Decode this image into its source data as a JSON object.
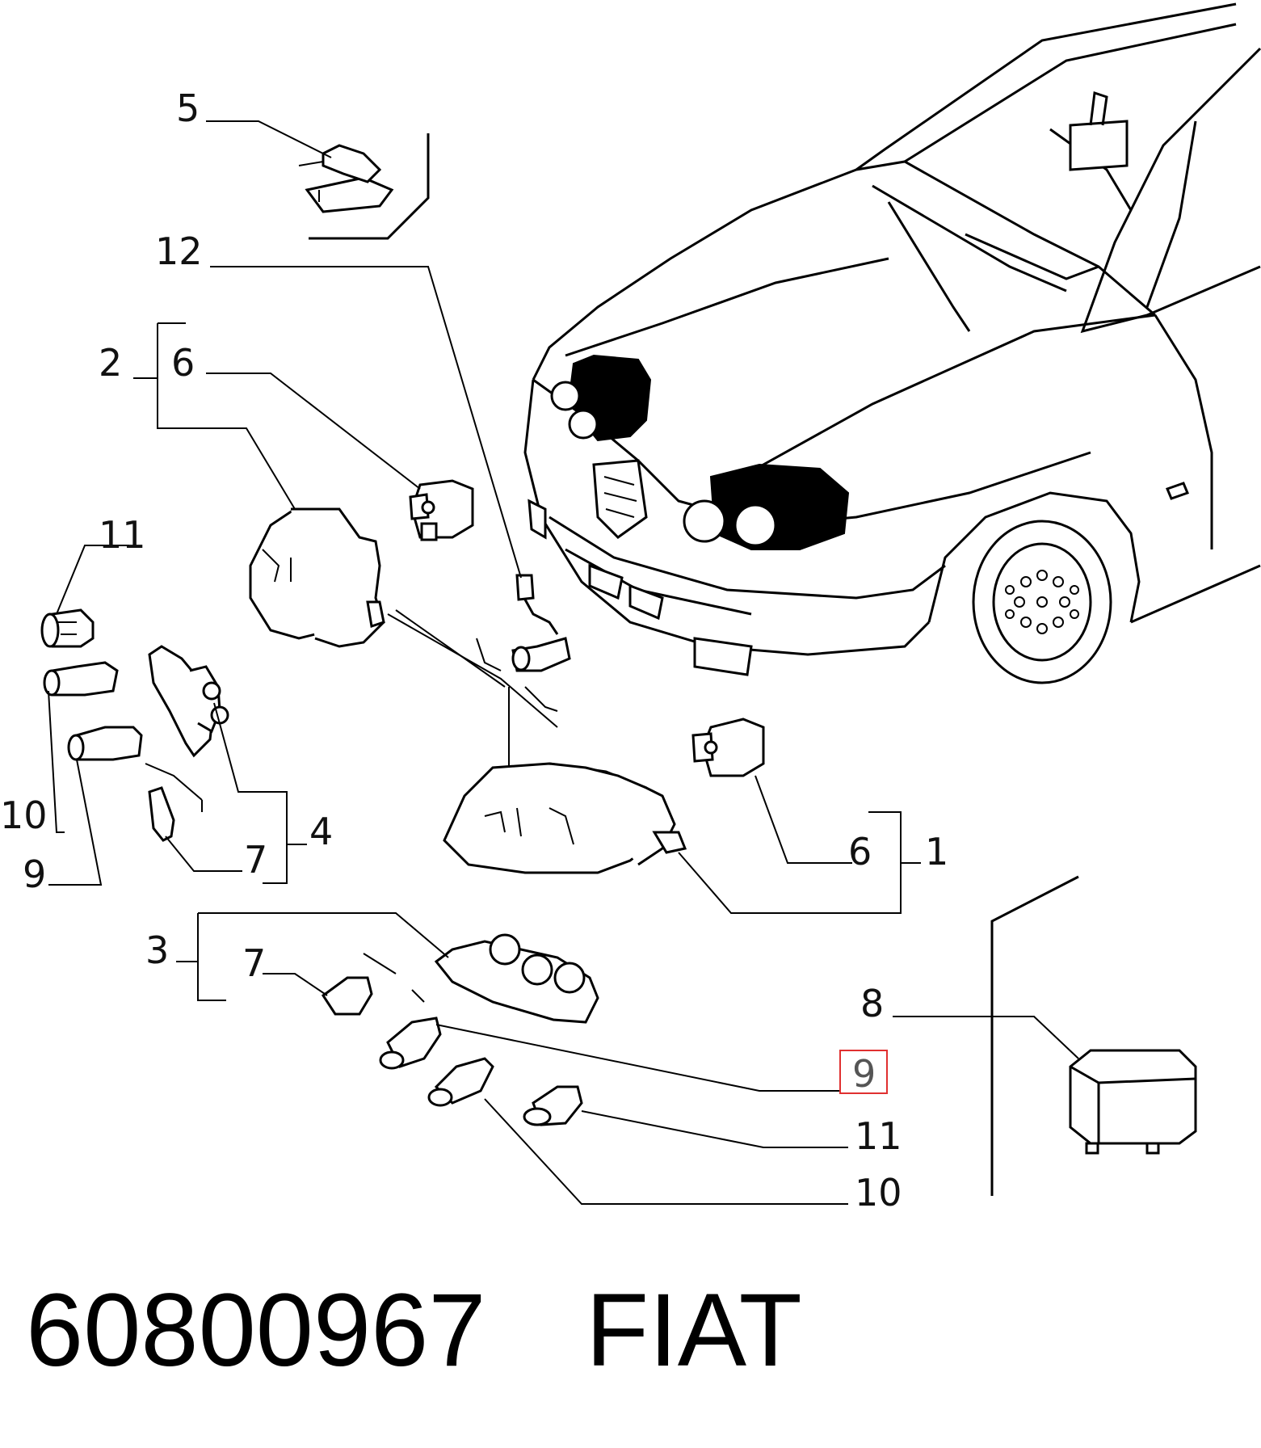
{
  "diagram": {
    "callouts": {
      "c5": "5",
      "c12": "12",
      "c2": "2",
      "c6_top": "6",
      "c11_left": "11",
      "c10_left": "10",
      "c9_left": "9",
      "c7_mid": "7",
      "c4": "4",
      "c6_right": "6",
      "c1": "1",
      "c3": "3",
      "c7_low": "7",
      "c8": "8",
      "c9_selected": "9",
      "c11_right": "11",
      "c10_right": "10"
    },
    "highlighted_callout": "9",
    "highlight_color": "#e03030"
  },
  "footer": {
    "part_number": "60800967",
    "brand": "FIAT"
  }
}
